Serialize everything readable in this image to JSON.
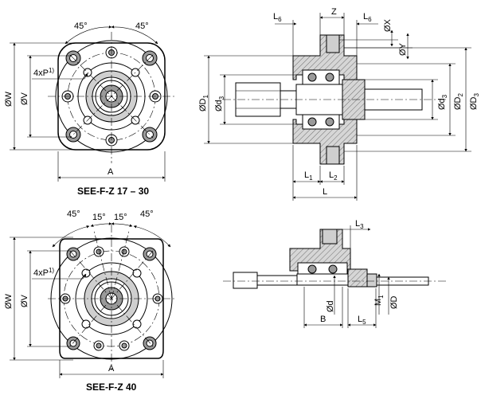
{
  "views": {
    "top_left": {
      "caption": "SEE-F-Z 17 – 30",
      "angle_left": "45°",
      "angle_right": "45°",
      "hole_label": "4xP",
      "hole_sup": "1)",
      "dim_W": "ØW",
      "dim_V": "ØV",
      "dim_A": "A"
    },
    "bottom_left": {
      "caption": "SEE-F-Z 40",
      "angle_left": "45°",
      "angle_inner_left": "15°",
      "angle_inner_right": "15°",
      "angle_right": "45°",
      "hole_label": "4xP",
      "hole_sup": "1)",
      "dim_W": "ØW",
      "dim_V": "ØV",
      "dim_A": "A"
    },
    "top_right": {
      "L6_left": "L",
      "L6_left_sub": "6",
      "Z": "Z",
      "L6_right": "L",
      "L6_right_sub": "6",
      "X": "ØX",
      "Y": "ØY",
      "D1": "ØD",
      "D1_sub": "1",
      "d3_left": "Ød",
      "d3_left_sub": "3",
      "d3_right": "Ød",
      "d3_right_sub": "3",
      "D2": "ØD",
      "D2_sub": "2",
      "D3": "ØD",
      "D3_sub": "3",
      "L1": "L",
      "L1_sub": "1",
      "L2": "L",
      "L2_sub": "2",
      "L": "L"
    },
    "bottom_right": {
      "L3": "L",
      "L3_sub": "3",
      "d": "Ød",
      "M1": "M",
      "M1_sub": "1",
      "D": "ØD",
      "B": "B",
      "L5": "L",
      "L5_sub": "5"
    }
  }
}
